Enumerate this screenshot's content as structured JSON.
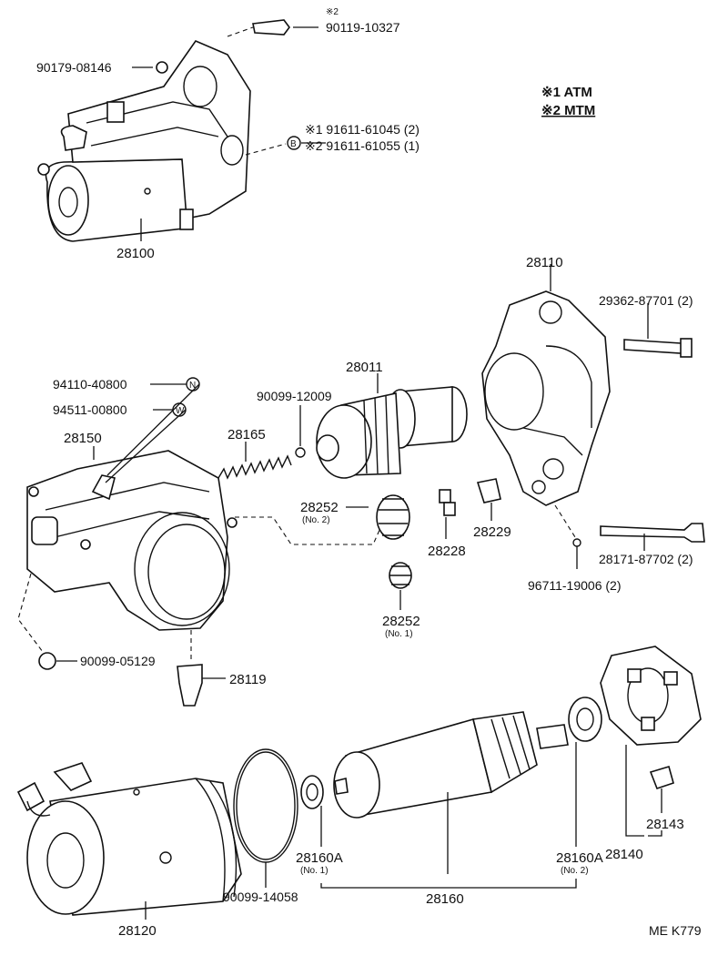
{
  "legend": {
    "line1": "※1 ATM",
    "line2": "※2 MTM"
  },
  "diagram_code": "ME K779",
  "labels": {
    "p90119": {
      "mark": "※2",
      "text": "90119-10327"
    },
    "p90179": "90179-08146",
    "p91611a": "※1 91611-61045 (2)",
    "p91611b": "※2 91611-61055 (1)",
    "circle_b": "B",
    "p28100": "28100",
    "p28110": "28110",
    "p29362": "29362-87701 (2)",
    "p94110": "94110-40800",
    "circle_n": "N",
    "p94511": "94511-00800",
    "circle_w": "W",
    "p28011": "28011",
    "p90099_12009": "90099-12009",
    "p28150": "28150",
    "p28165": "28165",
    "p28252_2": "28252",
    "p28252_2_sub": "(No. 2)",
    "p28228": "28228",
    "p28229": "28229",
    "p28171": "28171-87702 (2)",
    "p96711": "96711-19006 (2)",
    "p28252_1": "28252",
    "p28252_1_sub": "(No. 1)",
    "p90099_05129": "90099-05129",
    "p28119": "28119",
    "p28143": "28143",
    "p28140": "28140",
    "p28160a_1": "28160A",
    "p28160a_1_sub": "(No. 1)",
    "p28160a_2": "28160A",
    "p28160a_2_sub": "(No. 2)",
    "p90099_14058": "90099-14058",
    "p28160": "28160",
    "p28120": "28120"
  }
}
